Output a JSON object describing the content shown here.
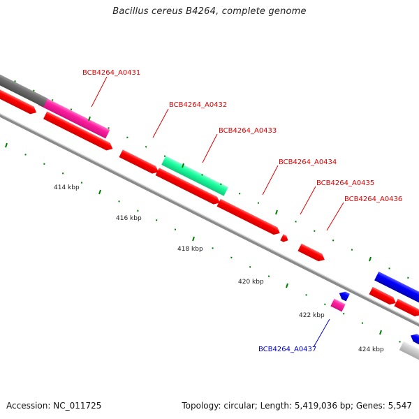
{
  "title": "Bacillus cereus B4264, complete genome",
  "footer": {
    "accession": "Accession: NC_011725",
    "summary": "Topology: circular; Length: 5,419,036 bp; Genes: 5,547"
  },
  "colors": {
    "cds_red": "#ff0000",
    "highlight_magenta": "#ff1ea0",
    "highlight_teal": "#1effa0",
    "reverse_blue": "#0000ff",
    "backbone_gray": "#999999",
    "dark_gray": "#666666",
    "light_gray": "#cccccc",
    "tick_green": "#008000",
    "label_red": "#e00000",
    "label_blue": "#0000cc"
  },
  "scale_labels": [
    "414 kbp",
    "416 kbp",
    "418 kbp",
    "420 kbp",
    "422 kbp",
    "424 kbp"
  ],
  "gene_labels": [
    {
      "text": "BCB4264_A0431",
      "strand": "forward"
    },
    {
      "text": "BCB4264_A0432",
      "strand": "forward"
    },
    {
      "text": "BCB4264_A0433",
      "strand": "forward"
    },
    {
      "text": "BCB4264_A0434",
      "strand": "forward"
    },
    {
      "text": "BCB4264_A0435",
      "strand": "forward"
    },
    {
      "text": "BCB4264_A0436",
      "strand": "forward"
    },
    {
      "text": "BCB4264_A0437",
      "strand": "reverse"
    }
  ]
}
